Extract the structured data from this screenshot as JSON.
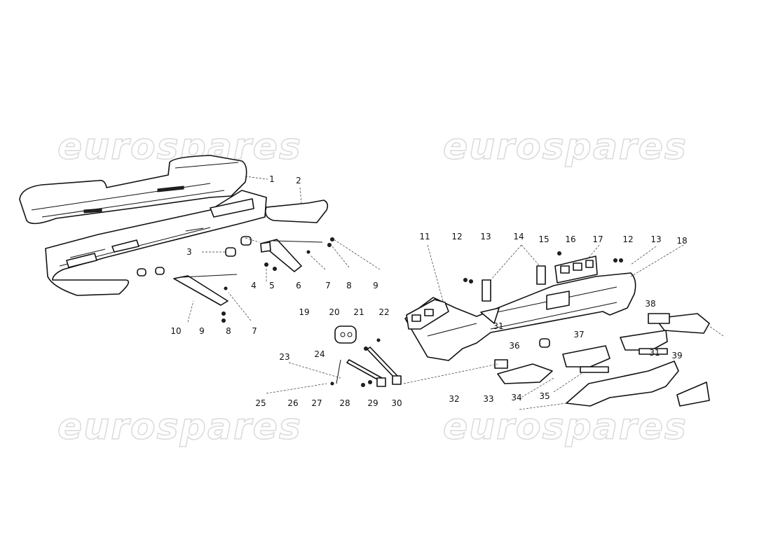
{
  "watermark": {
    "text": "eurospares"
  },
  "callouts": [
    "1",
    "2",
    "3",
    "4",
    "5",
    "6",
    "7",
    "8",
    "9",
    "10",
    "9",
    "8",
    "7",
    "11",
    "12",
    "13",
    "14",
    "15",
    "16",
    "17",
    "12",
    "13",
    "18",
    "19",
    "20",
    "21",
    "22",
    "23",
    "24",
    "25",
    "26",
    "27",
    "28",
    "29",
    "30",
    "31",
    "32",
    "33",
    "34",
    "35",
    "36",
    "37",
    "31",
    "38",
    "39"
  ]
}
